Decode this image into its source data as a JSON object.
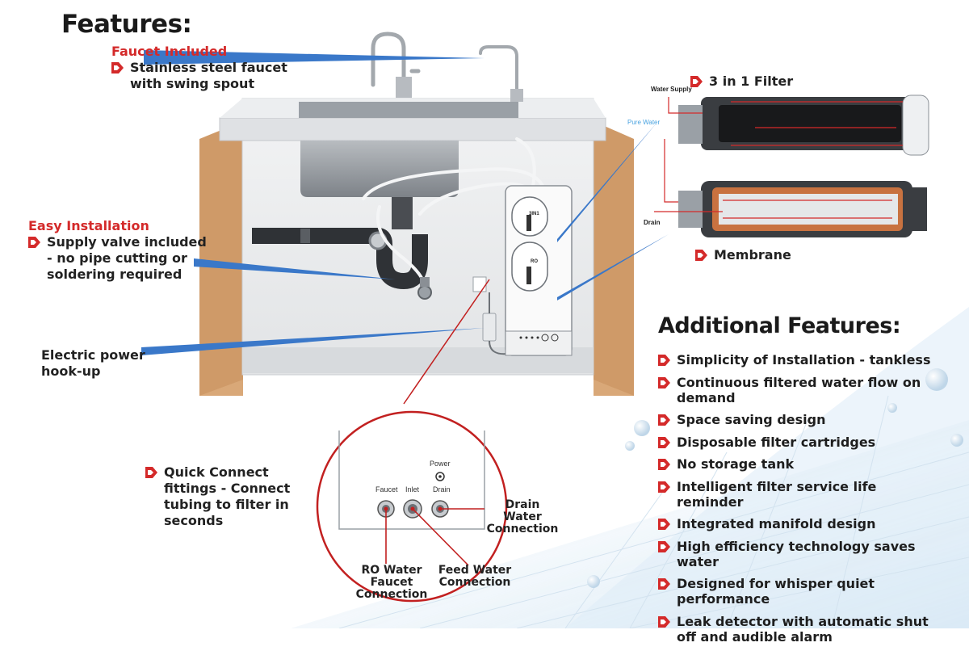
{
  "title": "Features:",
  "faucet": {
    "heading": "Faucet Included",
    "text": "Stainless steel faucet with swing spout"
  },
  "installation": {
    "heading": "Easy Installation",
    "text": "Supply valve included - no pipe cutting or soldering required"
  },
  "power": {
    "text": "Electric power hook-up"
  },
  "quick_connect": {
    "text": "Quick Connect fittings - Connect tubing to filter in seconds"
  },
  "filter": {
    "label": "3 in 1 Filter",
    "water_supply": "Water Supply",
    "pure_water": "Pure Water",
    "drain": "Drain"
  },
  "membrane": {
    "label": "Membrane"
  },
  "unit": {
    "label_top": "3IN1",
    "label_bottom": "RO"
  },
  "ports": {
    "power": "Power",
    "faucet": "Faucet",
    "inlet": "Inlet",
    "drain": "Drain",
    "drain_conn": "Drain Water Connection",
    "ro_conn": "RO Water Faucet Connection",
    "feed_conn": "Feed Water Connection"
  },
  "additional": {
    "title": "Additional Features:",
    "items": [
      "Simplicity of Installation - tankless",
      "Continuous filtered water flow on demand",
      "Space saving design",
      "Disposable filter cartridges",
      "No storage tank",
      "Intelligent filter service life reminder",
      "Integrated manifold design",
      "High efficiency technology saves water",
      "Designed for whisper quiet performance",
      "Leak detector with automatic shut off and audible alarm"
    ]
  },
  "colors": {
    "accent_red": "#d42a2a",
    "pointer_blue": "#3a78c9",
    "cabinet_wood": "#d9a878"
  },
  "icons": [
    "red-arrow-bullet-icon"
  ]
}
